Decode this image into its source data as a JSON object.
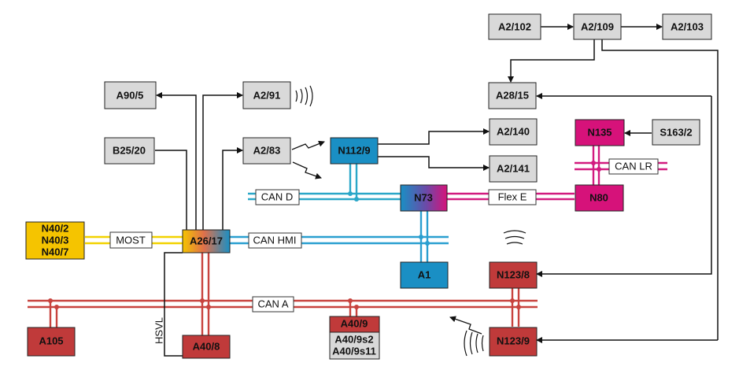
{
  "colors": {
    "gray_box": "#d9d9d9",
    "cyan_box": "#1a8fc4",
    "magenta_box": "#d6127a",
    "red_box": "#c03a3a",
    "yellow_box": "#f5c400",
    "can_d_bus": "#2aa7c8",
    "can_hmi_bus": "#2a9fd0",
    "can_a_bus": "#c8433e",
    "flex_e_bus": "#d21b7f",
    "can_lr_bus": "#d21b7f",
    "most_bus": "#f2d200",
    "wire": "#111111"
  },
  "components": {
    "a2_102": "A2/102",
    "a2_109": "A2/109",
    "a2_103": "A2/103",
    "a90_5": "A90/5",
    "a2_91": "A2/91",
    "a28_15": "A28/15",
    "b25_20": "B25/20",
    "a2_83": "A2/83",
    "n112_9": "N112/9",
    "a2_140": "A2/140",
    "a2_141": "A2/141",
    "n135": "N135",
    "s163_2": "S163/2",
    "n73": "N73",
    "n80": "N80",
    "n40": [
      "N40/2",
      "N40/3",
      "N40/7"
    ],
    "a26_17": "A26/17",
    "a1": "A1",
    "n123_8": "N123/8",
    "a105": "A105",
    "a40_8": "A40/8",
    "a40_9": "A40/9",
    "a40_9_subs": [
      "A40/9s2",
      "A40/9s11"
    ],
    "n123_9": "N123/9"
  },
  "buses": {
    "can_d": "CAN D",
    "can_hmi": "CAN HMI",
    "can_a": "CAN A",
    "flex_e": "Flex E",
    "most": "MOST",
    "can_lr": "CAN LR",
    "hsvl": "HSVL"
  }
}
